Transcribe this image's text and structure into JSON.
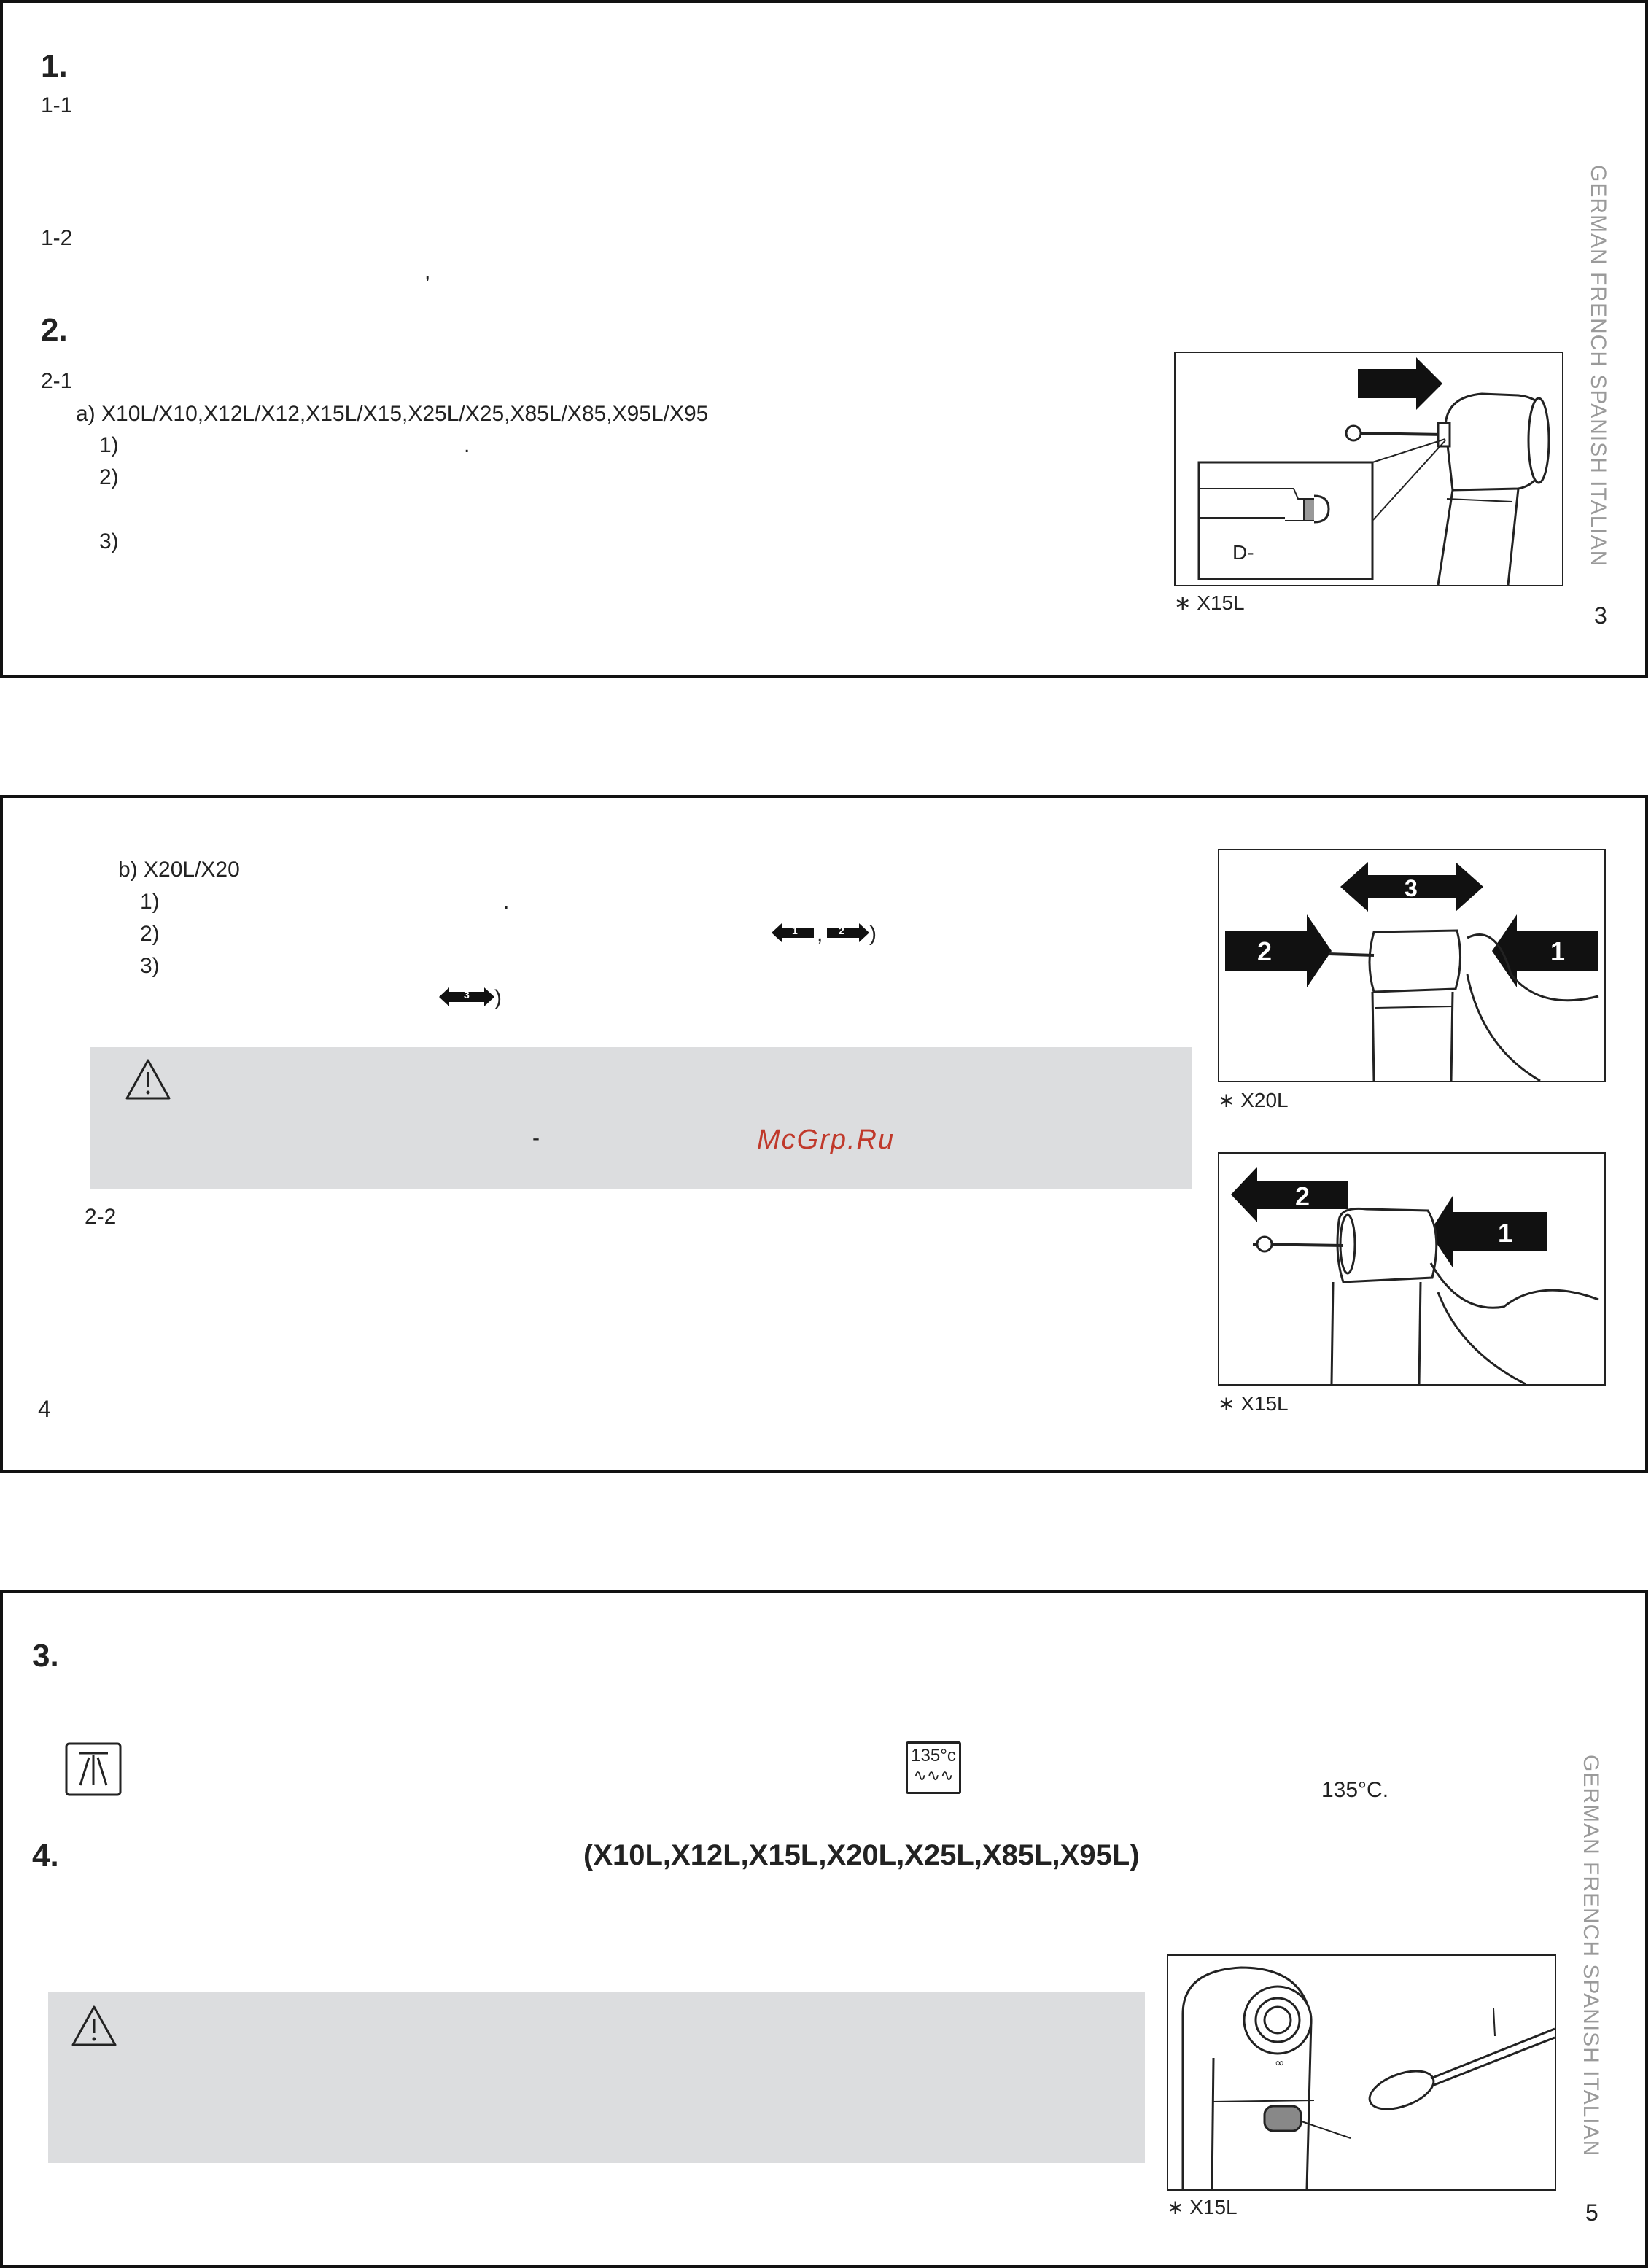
{
  "side_tab": "GERMAN  FRENCH  SPANISH  ITALIAN",
  "page3": {
    "h1": "1.",
    "s1_1": "1-1",
    "s1_2": "1-2",
    "comma": ",",
    "h2": "2.",
    "s2_1": "2-1",
    "models_a": "a) X10L/X10,X12L/X12,X15L/X15,X25L/X25,X85L/X85,X95L/X95",
    "step1": "1)",
    "step1_dot": ".",
    "step2": "2)",
    "step3": "3)",
    "fig_inset_label": "D-",
    "fig_caption": "∗ X15L",
    "page_number": "3"
  },
  "page4": {
    "models_b": "b) X20L/X20",
    "step1": "1)",
    "step1_dot": ".",
    "step2": "2)",
    "step2_arrows_sep": ",",
    "step2_close": ")",
    "step3": "3)",
    "step3_close": ")",
    "arrow_labels": [
      "1",
      "2",
      "3"
    ],
    "hyphen": "-",
    "watermark": "McGrp.Ru",
    "s2_2": "2-2",
    "fig1_labels": [
      "3",
      "2",
      "1"
    ],
    "fig1_caption": "∗ X20L",
    "fig2_labels": [
      "2",
      "1"
    ],
    "fig2_caption": "∗ X15L",
    "page_number": "4"
  },
  "page5": {
    "h3": "3.",
    "autoclave_icon_label": "135°c",
    "temp_text": "135°C.",
    "h4": "4.",
    "models": "(X10L,X12L,X15L,X20L,X25L,X85L,X95L)",
    "fig_caption": "∗ X15L",
    "page_number": "5"
  },
  "colors": {
    "border": "#111111",
    "warning_bg": "#dcdddf",
    "side_tab": "#9a9a9a",
    "watermark": "#c0392b"
  }
}
